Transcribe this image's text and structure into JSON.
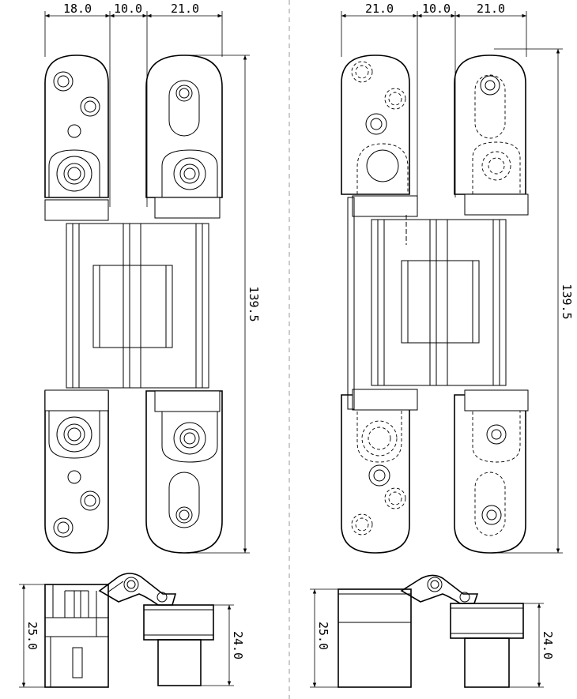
{
  "dimensions": {
    "left_top": [
      "18.0",
      "10.0",
      "21.0"
    ],
    "right_top": [
      "21.0",
      "10.0",
      "21.0"
    ],
    "height": "139.5",
    "side_left": "25.0",
    "side_right": "24.0"
  }
}
